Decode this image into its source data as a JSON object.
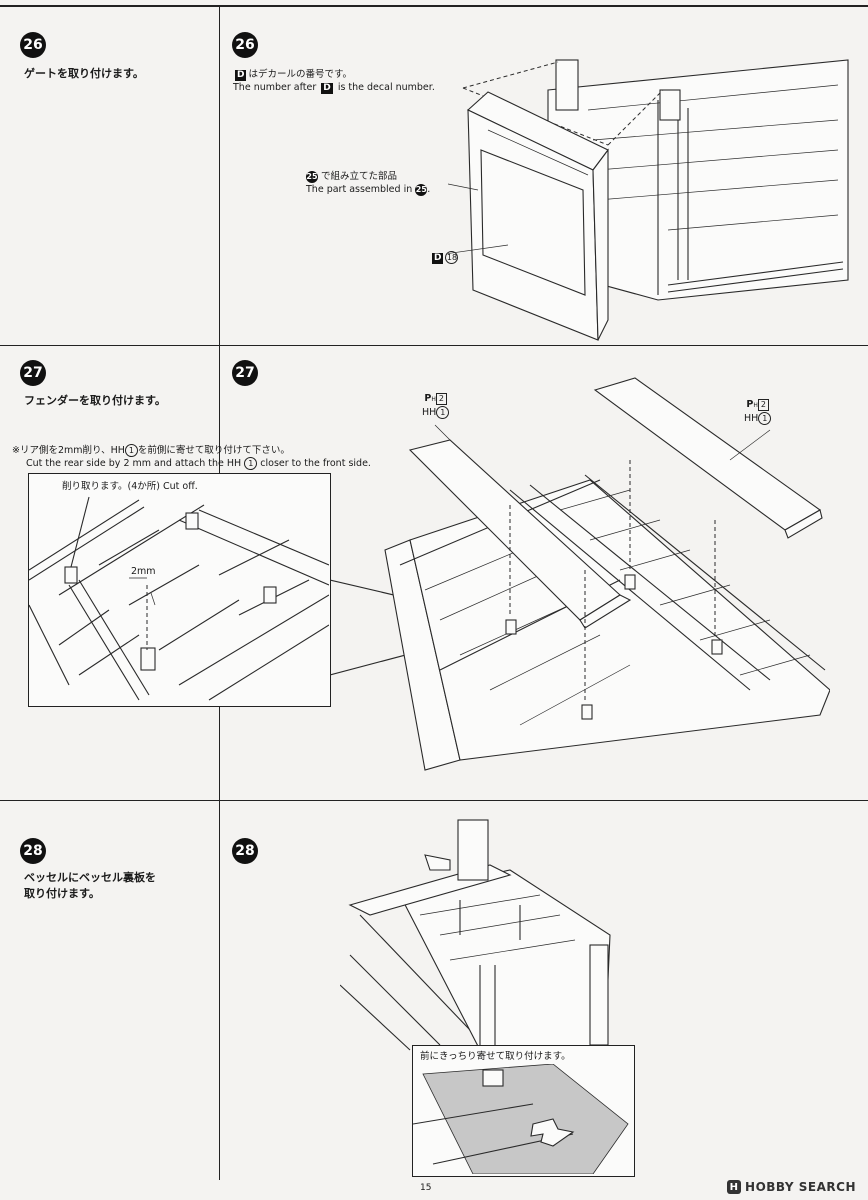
{
  "steps": {
    "s26": {
      "num": "26",
      "jp": "ゲートを取り付けます。",
      "decal_note_jp": "はデカールの番号です。",
      "decal_note_en_a": "The number after",
      "decal_note_en_b": "is the decal number.",
      "decal_letter": "D",
      "assembled_jp": "で組み立てた部品",
      "assembled_en": "The part assembled in",
      "ref_step": "25",
      "decal_num": "18"
    },
    "s27": {
      "num": "27",
      "jp": "フェンダーを取り付けます。",
      "note_jp_a": "※リア側を2mm削り、HH",
      "note_jp_b": "を前側に寄せて取り付けて下さい。",
      "note_en_a": "Cut the rear side by 2 mm and attach the HH",
      "note_en_b": "closer to the front side.",
      "cut_label": "削り取ります。(4か所) Cut off.",
      "dim": "2mm",
      "part_p": "P",
      "part_h": "H",
      "part_num": "2",
      "hh_label": "HH",
      "hh_num": "1"
    },
    "s28": {
      "num": "28",
      "jp_line1": "ベッセルにベッセル裏板を",
      "jp_line2": "取り付けます。",
      "inset_note": "前にきっちり寄せて取り付けます。"
    }
  },
  "footer": {
    "page": "15",
    "logo_mark": "H",
    "logo_text": "HOBBY SEARCH"
  }
}
